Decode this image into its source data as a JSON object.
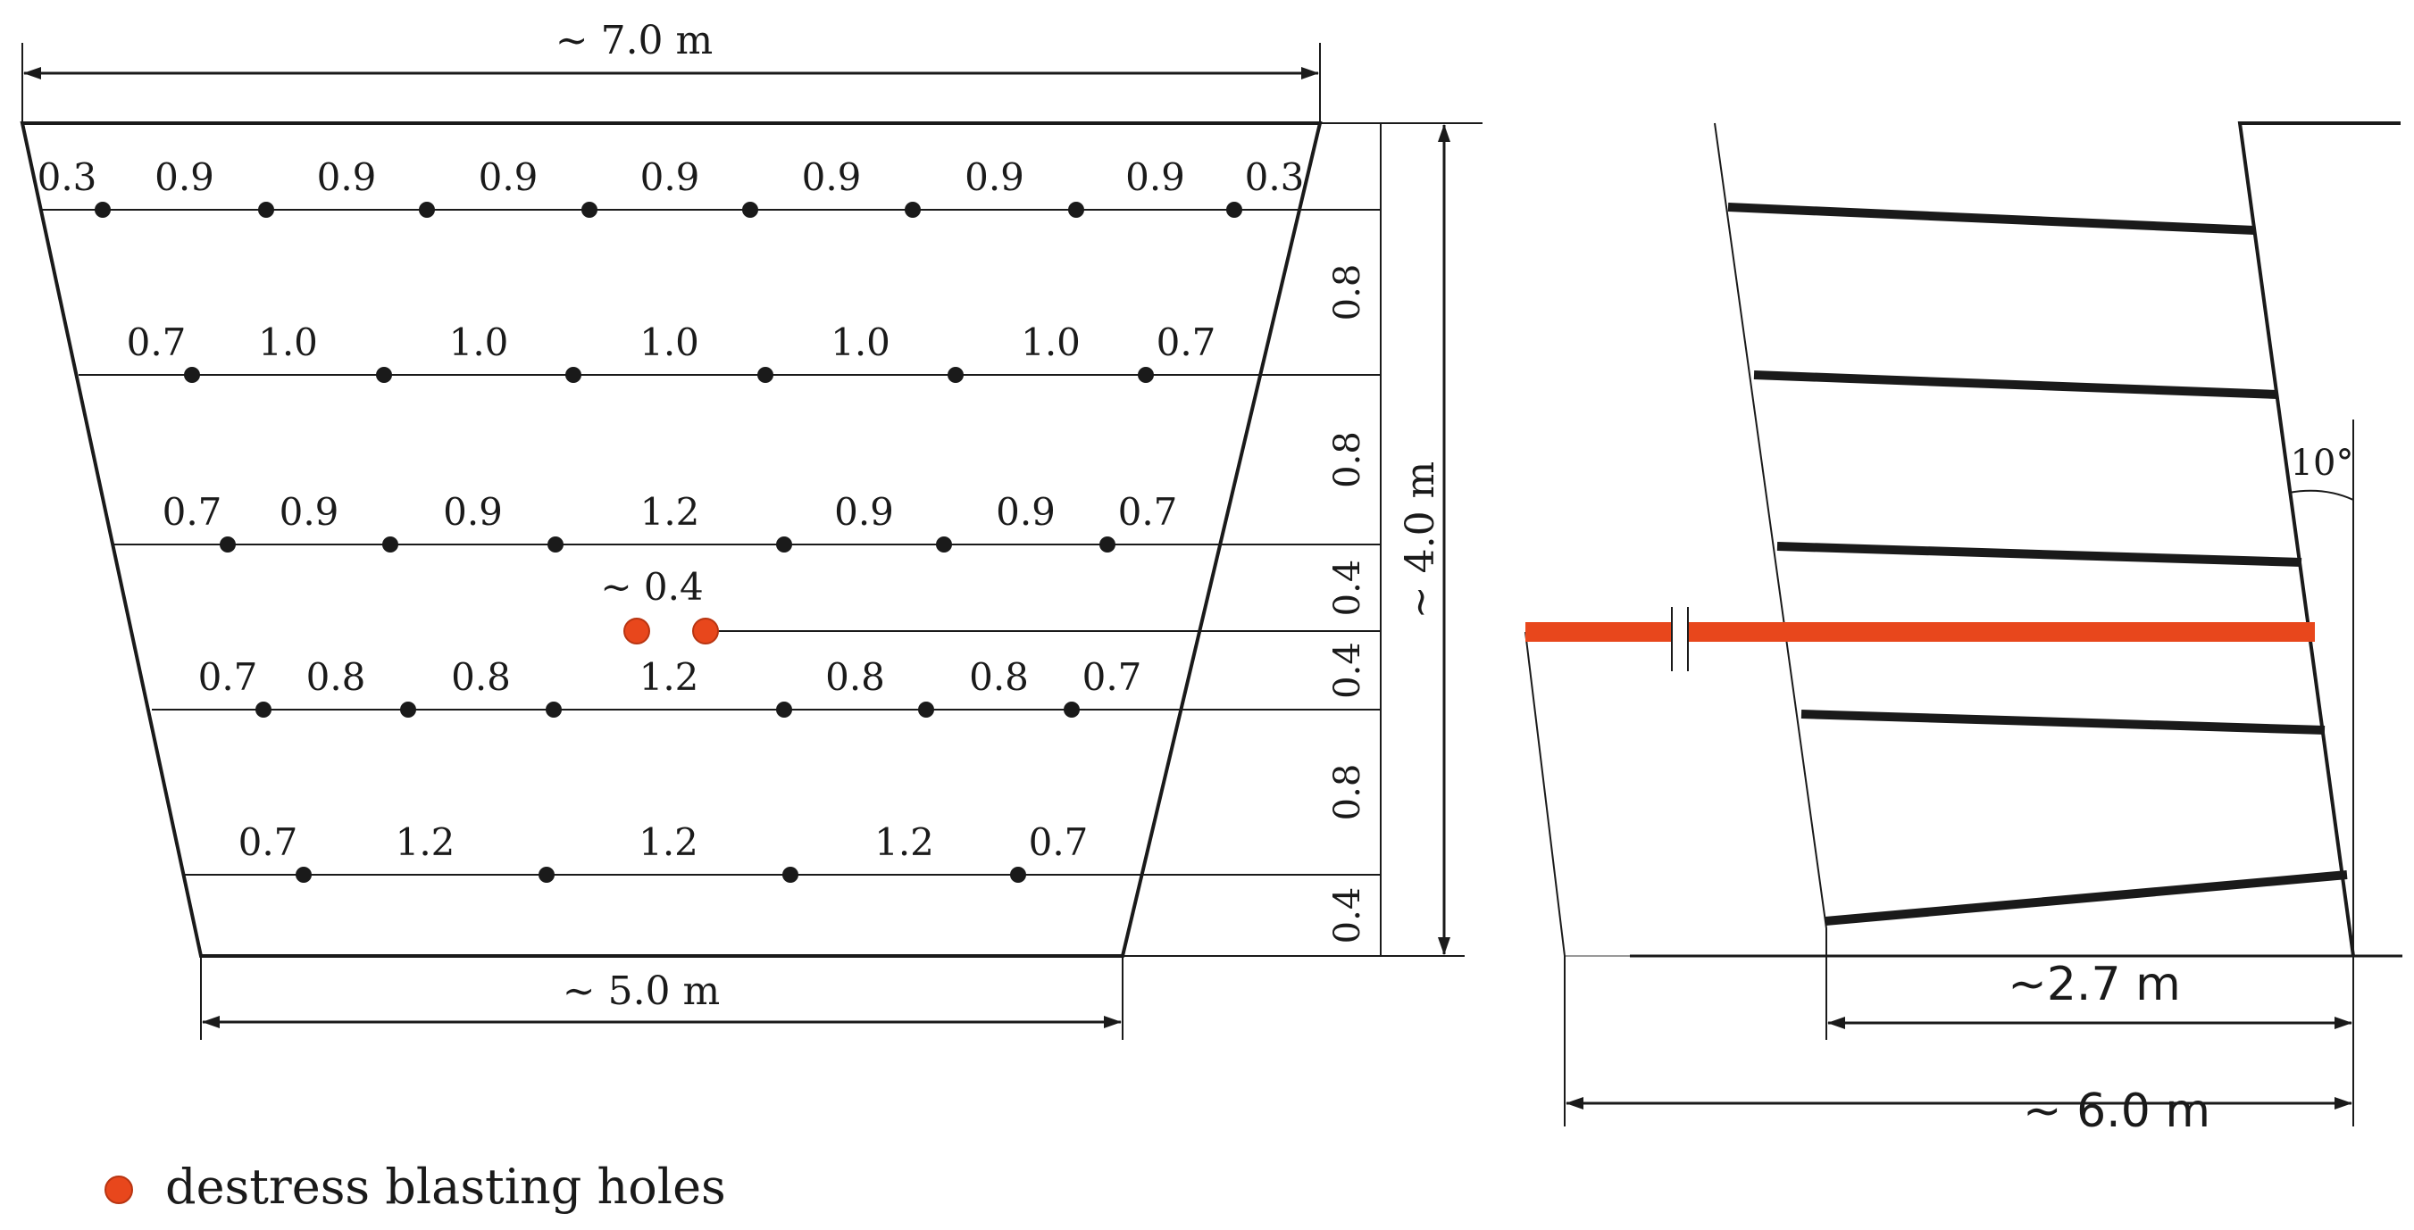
{
  "front_view": {
    "top_width": "~ 7.0 m",
    "bottom_width": "~ 5.0 m",
    "height": "~ 4.0 m",
    "rows": [
      {
        "spacings": [
          "0.3",
          "0.9",
          "0.9",
          "0.9",
          "0.9",
          "0.9",
          "0.9",
          "0.9",
          "0.3"
        ]
      },
      {
        "spacings": [
          "0.7",
          "1.0",
          "1.0",
          "1.0",
          "1.0",
          "1.0",
          "0.7"
        ]
      },
      {
        "spacings": [
          "0.7",
          "0.9",
          "0.9",
          "1.2",
          "0.9",
          "0.9",
          "0.7"
        ]
      },
      {
        "spacings": [
          "0.7",
          "0.8",
          "0.8",
          "1.2",
          "0.8",
          "0.8",
          "0.7"
        ]
      },
      {
        "spacings": [
          "0.7",
          "1.2",
          "1.2",
          "1.2",
          "0.7"
        ]
      }
    ],
    "vertical_spacings": [
      "0.8",
      "0.8",
      "0.4",
      "0.4",
      "0.8",
      "0.4"
    ],
    "destress_spacing": "~ 0.4"
  },
  "side_view": {
    "angle": "10°",
    "inner_depth": "~2.7 m",
    "outer_depth": "~ 6.0 m"
  },
  "legend": {
    "destress_label": "destress blasting holes"
  },
  "colors": {
    "destress": "#e8471c",
    "line": "#1a1a1a"
  }
}
